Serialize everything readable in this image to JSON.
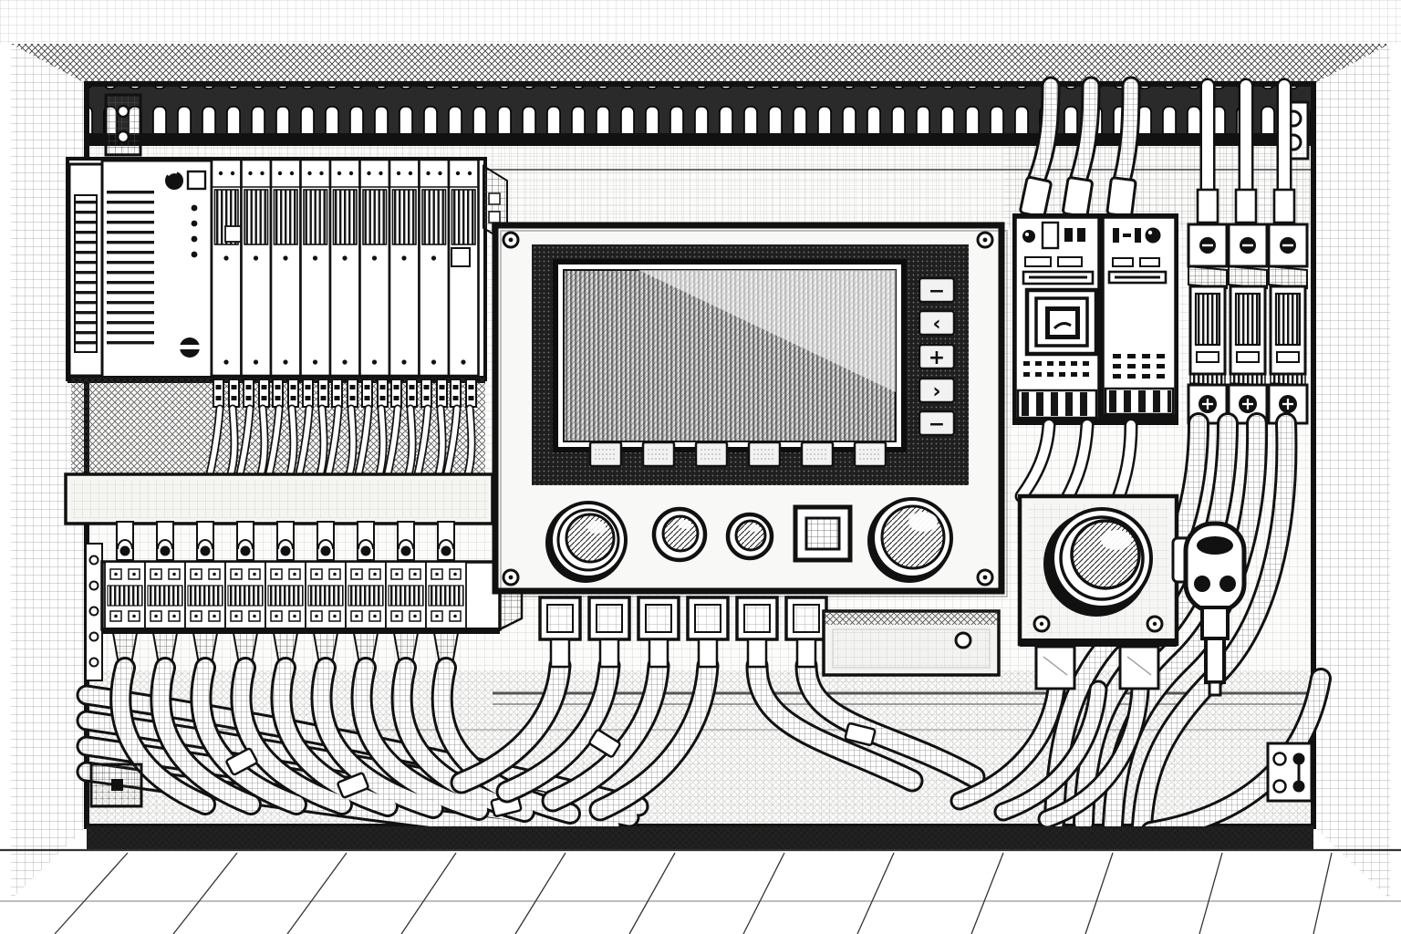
{
  "meta": {
    "subject": "Industrial electrical control cabinet interior, pen-and-ink illustration",
    "palette": {
      "ink": "#141414",
      "paper": "#ffffff",
      "shadow": "#1b1b1b",
      "midtone": "#9a9a9a"
    }
  },
  "hmi_panel": {
    "screen": {
      "name": "hmi-screen",
      "content": "blank glass with diagonal reflection"
    },
    "function_keys": {
      "count": 6
    },
    "side_buttons": [
      {
        "glyph": "−"
      },
      {
        "glyph": "‹"
      },
      {
        "glyph": "+"
      },
      {
        "glyph": "›"
      },
      {
        "glyph": "−"
      }
    ],
    "push_buttons": {
      "round_count": 4,
      "square_count": 1
    }
  },
  "plc_rack": {
    "power_supply_modules": 1,
    "io_modules": 9
  },
  "terminal_strip": {
    "segments": 9,
    "top_screws": 9,
    "cable_glands": 9
  },
  "switchgear": {
    "contactor_modules": 2,
    "fuse_holders": 3
  },
  "controls": {
    "emergency_stop": 1,
    "key_switch": 1
  }
}
